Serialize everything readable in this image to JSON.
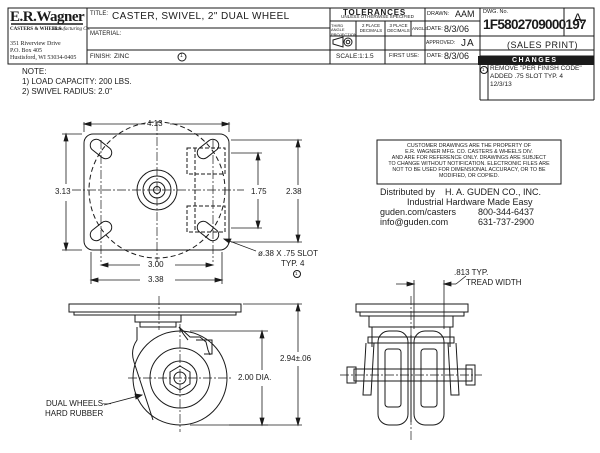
{
  "title_block": {
    "company_logo": "E.R.Wagner",
    "company_sub1": "CASTERS & WHEELS",
    "company_sub2": "Manufacturing Co.",
    "address1": "351 Riverview Drive",
    "address2": "P.O. Box 405",
    "address3": "Hustisford, WI 53034-0405",
    "title_label": "TITLE:",
    "title": "CASTER, SWIVEL, 2\" DUAL WHEEL",
    "material_label": "MATERIAL:",
    "finish_label": "FINISH:",
    "finish": "ZINC",
    "finish_rev": "1",
    "tolerances_head": "TOLERANCES",
    "tolerances_sub": "UNLESS OTHERWISE SPECIFIED",
    "third_angle": "THIRD ANGLE PROJECTION",
    "two_place": "2 PLACE DECIMALS",
    "three_place": "3 PLACE DECIMALS",
    "angle": "ANGLE",
    "scale": "SCALE:1:1.5",
    "first_use": "FIRST USE:",
    "drawn_label": "DRAWN:",
    "drawn_by": "AAM",
    "date_label1": "DATE:",
    "date1": "8/3/06",
    "approved_label": "APPROVED:",
    "approved_by": "JA",
    "date_label2": "DATE:",
    "date2": "8/3/06",
    "dwg_label": "DWG. No.",
    "dwg_no": "1F5802709000197",
    "rev_letter": "A",
    "sales_print": "(SALES PRINT)",
    "changes_head": "CHANGES",
    "change_rev": "1",
    "change_text1": "REMOVE \"PER FINISH CODE\"",
    "change_text2": "ADDED .75 SLOT TYP. 4",
    "change_date": "12/3/13"
  },
  "notes": {
    "heading": "NOTE:",
    "line1": "1) LOAD CAPACITY: 200 LBS.",
    "line2": "2) SWIVEL RADIUS: 2.0\""
  },
  "dimensions": {
    "top_width": "4.13",
    "left_height": "3.13",
    "mid_height": "1.75",
    "right_height": "2.38",
    "bolt_width": "3.00",
    "overall_width": "3.38",
    "slot1": "ø.38 X .75 SLOT",
    "slot2": "TYP. 4",
    "slot_rev": "1",
    "overall_height": "2.94±.06",
    "wheel_dia": "2.00 DIA.",
    "tread1": ".813 TYP.",
    "tread2": "TREAD WIDTH",
    "wheel_note1": "DUAL WHEELS—",
    "wheel_note2": "HARD RUBBER"
  },
  "disclaimer": {
    "line1": "CUSTOMER DRAWINGS ARE THE PROPERTY OF",
    "line2": "E.R. WAGNER MFG. CO. CASTERS & WHEELS DIV.",
    "line3": "AND ARE FOR REFERENCE ONLY. DRAWINGS ARE SUBJECT",
    "line4": "TO CHANGE WITHOUT NOTIFICATION. ELECTRONIC FILES ARE",
    "line5": "NOT TO BE USED FOR DIMENSIONAL ACCURACY, OR TO BE",
    "line6": "MODIFIED, OR COPIED."
  },
  "distributor": {
    "line1": "Distributed by    H. A. GUDEN CO., INC.",
    "line2": "Industrial Hardware Made Easy",
    "web": "guden.com/casters",
    "phone1": "800-344-6437",
    "email": "info@guden.com",
    "phone2": "631-737-2900"
  },
  "colors": {
    "ink": "#1a1a1a",
    "paper": "#ffffff"
  }
}
